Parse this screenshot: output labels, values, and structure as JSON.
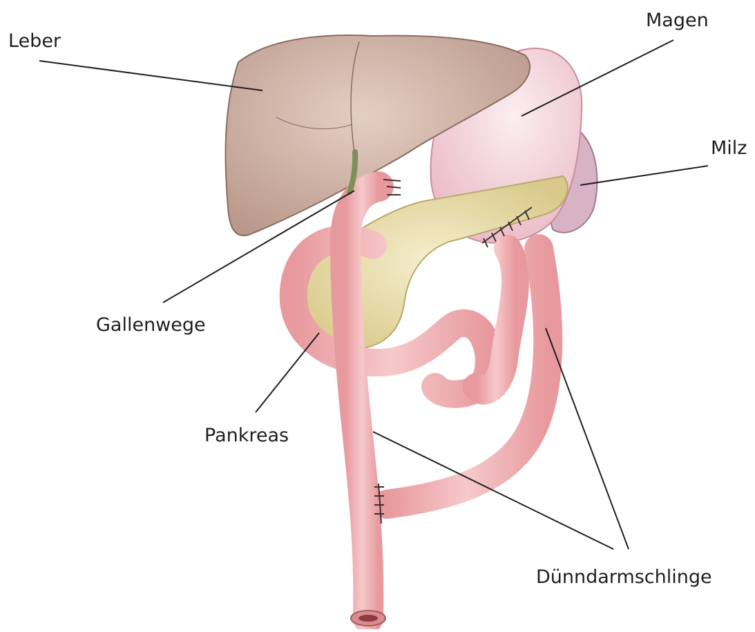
{
  "labels": {
    "leber": "Leber",
    "magen": "Magen",
    "milz": "Milz",
    "gallenwege": "Gallenwege",
    "pankreas": "Pankreas",
    "duenndarmschlinge": "Dünndarmschlinge"
  },
  "colors": {
    "liver": "#c9ab9a",
    "stomach": "#f4d6dd",
    "spleen": "#d7b3c4",
    "intestine": "#f1b4b7",
    "pancreas": "#ece2b2",
    "bile_duct": "#7e8f5a",
    "leader_line": "#1e1e1e"
  }
}
